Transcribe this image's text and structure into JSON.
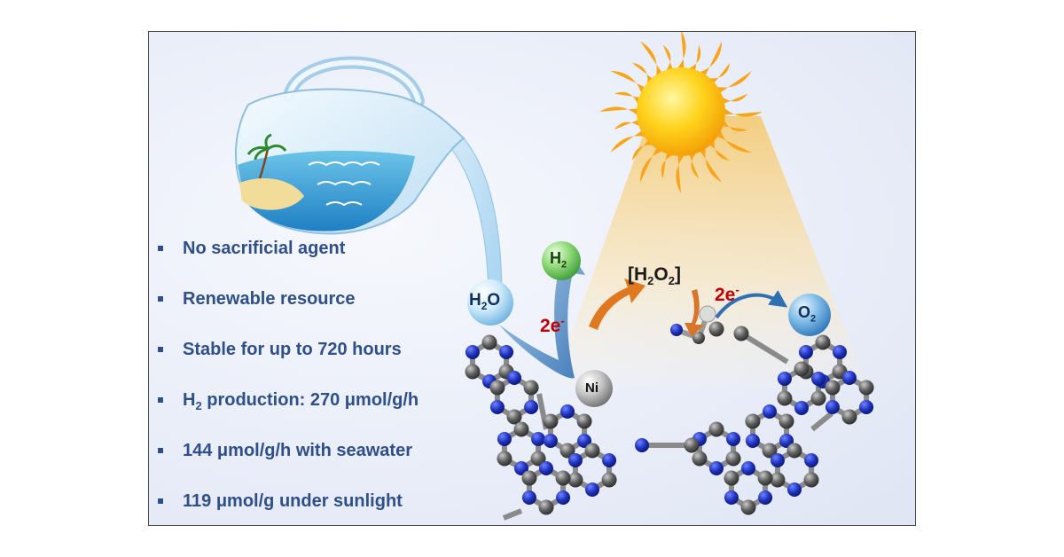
{
  "bullets": [
    {
      "text": "No sacrificial agent"
    },
    {
      "text": "Renewable resource"
    },
    {
      "text": "Stable for up to 720 hours"
    },
    {
      "prefix": "H",
      "sub": "2",
      "text": " production: 270 μmol/g/h"
    },
    {
      "text": "144 μmol/g/h with seawater"
    },
    {
      "text": "119 μmol/g under sunlight"
    }
  ],
  "molecules": {
    "water": {
      "base": "H",
      "sub": "2",
      "tail": "O"
    },
    "hydrogen": {
      "base": "H",
      "sub": "2"
    },
    "oxygen": {
      "base": "O",
      "sub": "2"
    },
    "peroxide": {
      "open": "[H",
      "sub1": "2",
      "mid": "O",
      "sub2": "2",
      "close": "]"
    },
    "nickel": "Ni"
  },
  "electrons": {
    "left": {
      "base": "2e",
      "sup": "-"
    },
    "right": {
      "base": "2e",
      "sup": "-"
    }
  },
  "colors": {
    "bullet_text": "#2e4f8a",
    "electron_label": "#c00000",
    "nitrogen": "#1f2fb0",
    "carbon": "#5a5a5a",
    "h2_sphere": "#7fd36a",
    "water_sphere": "#bfe3f8",
    "o2_sphere": "#6fb0de",
    "ni_sphere": "#b8b8b8",
    "orange_arrow": "#e07820",
    "blue_arrow": "#3d79bd"
  },
  "icons": [
    "pitcher-icon",
    "beach-scene-icon",
    "sun-icon",
    "sunbeam-icon",
    "carbon-nitrogen-network-icon"
  ]
}
